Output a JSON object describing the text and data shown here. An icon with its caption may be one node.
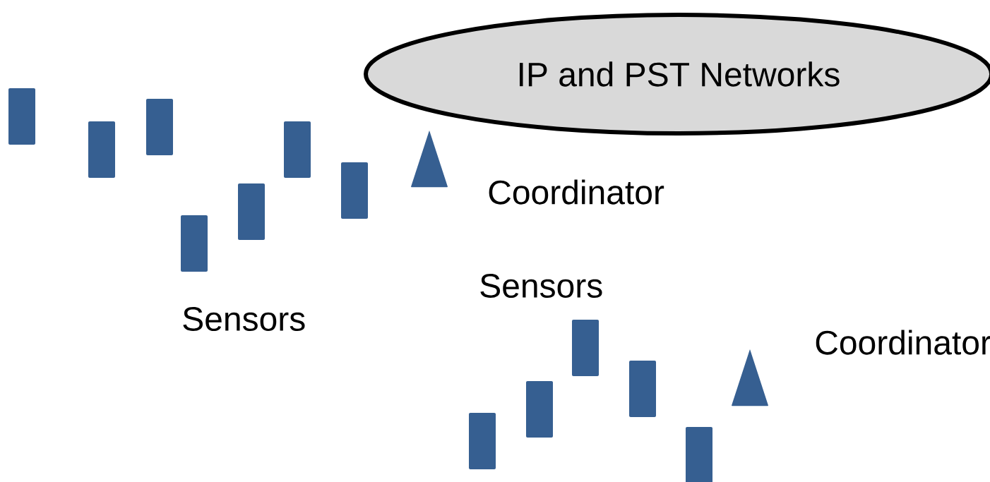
{
  "diagram": {
    "nodes": [
      {
        "text": [
          "IP and PST Networks"
        ]
      },
      {
        "text": [],
        "shape": "box"
      },
      {
        "text": [],
        "shape": "box"
      },
      {
        "text": [],
        "shape": "box"
      },
      {
        "text": [],
        "shape": "box"
      },
      {
        "text": [],
        "shape": "box"
      },
      {
        "text": [],
        "shape": "box"
      },
      {
        "text": [],
        "shape": "box"
      },
      {
        "text": [],
        "shape": "triangle",
        "beside": [
          "Coordinator"
        ]
      },
      {
        "text": [],
        "shape": "box"
      },
      {
        "text": [],
        "shape": "box"
      },
      {
        "text": [],
        "shape": "box"
      },
      {
        "text": [],
        "shape": "box"
      },
      {
        "text": [],
        "shape": "box"
      },
      {
        "text": [],
        "shape": "triangle",
        "beside": [
          "Coordinator"
        ]
      }
    ],
    "labels": [
      "Sensors",
      "Sensors"
    ]
  }
}
